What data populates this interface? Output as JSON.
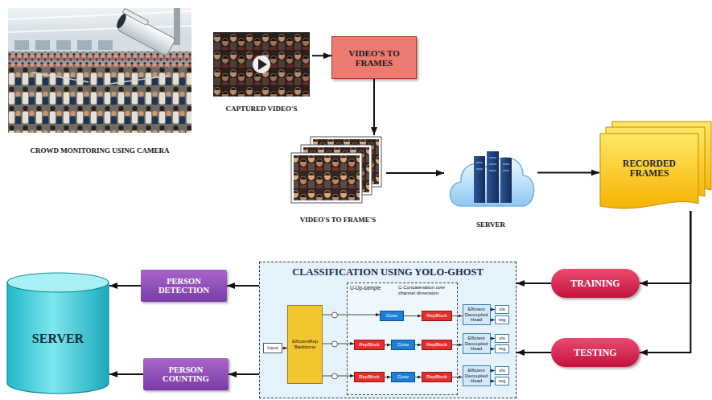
{
  "diagram": {
    "nodes": [
      {
        "text": [
          "CROWD MONITORING USING CAMERA"
        ]
      },
      {
        "text": [
          "CAPTURED VIDEO'S"
        ]
      },
      {
        "text": [
          "VIDEO'S TO FRAMES"
        ]
      },
      {
        "text": [
          "VIDEO'S TO FRAME'S"
        ]
      },
      {
        "text": [
          "SERVER"
        ]
      },
      {
        "text": [
          "RECORDED FRAMES"
        ]
      },
      {
        "text": [
          "TRAINING"
        ]
      },
      {
        "text": [
          "TESTING"
        ]
      },
      {
        "text": [
          "CLASSIFICATION USING YOLO-GHOST"
        ]
      },
      {
        "text": [
          "Input"
        ],
        "in": 8
      },
      {
        "text": [
          "EfficientRep Backbone"
        ],
        "in": 8
      },
      {
        "text": [
          "U-Up-sample",
          "C-Concatenation over channel dimension"
        ],
        "in": 8
      },
      {
        "text": [
          "Conv"
        ],
        "in": 11
      },
      {
        "text": [
          "RepBlock"
        ],
        "in": 11
      },
      {
        "text": [
          "RepBlock"
        ],
        "in": 11
      },
      {
        "text": [
          "Conv"
        ],
        "in": 11
      },
      {
        "text": [
          "RepBlock"
        ],
        "in": 11
      },
      {
        "text": [
          "RepBlock"
        ],
        "in": 11
      },
      {
        "text": [
          "Conv"
        ],
        "in": 11
      },
      {
        "text": [
          "RepBlock"
        ],
        "in": 11
      },
      {
        "text": [
          "Efficient Decoupled Head"
        ],
        "in": 8
      },
      {
        "text": [
          "cls"
        ],
        "in": 8
      },
      {
        "text": [
          "reg"
        ],
        "in": 8
      },
      {
        "text": [
          "Efficient Decoupled Head"
        ],
        "in": 8
      },
      {
        "text": [
          "cls"
        ],
        "in": 8
      },
      {
        "text": [
          "reg"
        ],
        "in": 8
      },
      {
        "text": [
          "Efficient Decoupled Head"
        ],
        "in": 8
      },
      {
        "text": [
          "cls"
        ],
        "in": 8
      },
      {
        "text": [
          "reg"
        ],
        "in": 8
      },
      {
        "text": [
          "PERSON DETECTION"
        ]
      },
      {
        "text": [
          "PERSON COUNTING"
        ]
      },
      {
        "text": [
          "SERVER"
        ]
      }
    ],
    "edges": [
      {
        "from": 1,
        "to": 2,
        "arrow": "to"
      },
      {
        "from": 2,
        "to": 3,
        "arrow": "to"
      },
      {
        "from": 3,
        "to": 4,
        "arrow": "to"
      },
      {
        "from": 4,
        "to": 5,
        "arrow": "to"
      },
      {
        "from": 5,
        "to": 6,
        "arrow": "to"
      },
      {
        "from": 5,
        "to": 7,
        "arrow": "to"
      },
      {
        "from": 6,
        "to": 8,
        "arrow": "to"
      },
      {
        "from": 7,
        "to": 8,
        "arrow": "to"
      },
      {
        "from": 8,
        "to": 29,
        "arrow": "to"
      },
      {
        "from": 8,
        "to": 30,
        "arrow": "to"
      },
      {
        "from": 29,
        "to": 31,
        "arrow": "to"
      },
      {
        "from": 30,
        "to": 31,
        "arrow": "to"
      },
      {
        "from": 9,
        "to": 10,
        "arrow": "to"
      },
      {
        "from": 10,
        "to": 12,
        "arrow": "to"
      },
      {
        "from": 10,
        "to": 14,
        "arrow": "to"
      },
      {
        "from": 10,
        "to": 17,
        "arrow": "to"
      },
      {
        "from": 12,
        "to": 13,
        "arrow": "to"
      },
      {
        "from": 14,
        "to": 15,
        "arrow": "to"
      },
      {
        "from": 15,
        "to": 16,
        "arrow": "to"
      },
      {
        "from": 17,
        "to": 18,
        "arrow": "to"
      },
      {
        "from": 18,
        "to": 19,
        "arrow": "to"
      },
      {
        "from": 13,
        "to": 20,
        "arrow": "to"
      },
      {
        "from": 16,
        "to": 23,
        "arrow": "to"
      },
      {
        "from": 19,
        "to": 26,
        "arrow": "to"
      },
      {
        "from": 20,
        "to": 21,
        "arrow": "to"
      },
      {
        "from": 20,
        "to": 22,
        "arrow": "to"
      },
      {
        "from": 23,
        "to": 24,
        "arrow": "to"
      },
      {
        "from": 23,
        "to": 25,
        "arrow": "to"
      },
      {
        "from": 26,
        "to": 27,
        "arrow": "to"
      },
      {
        "from": 26,
        "to": 28,
        "arrow": "to"
      }
    ]
  }
}
